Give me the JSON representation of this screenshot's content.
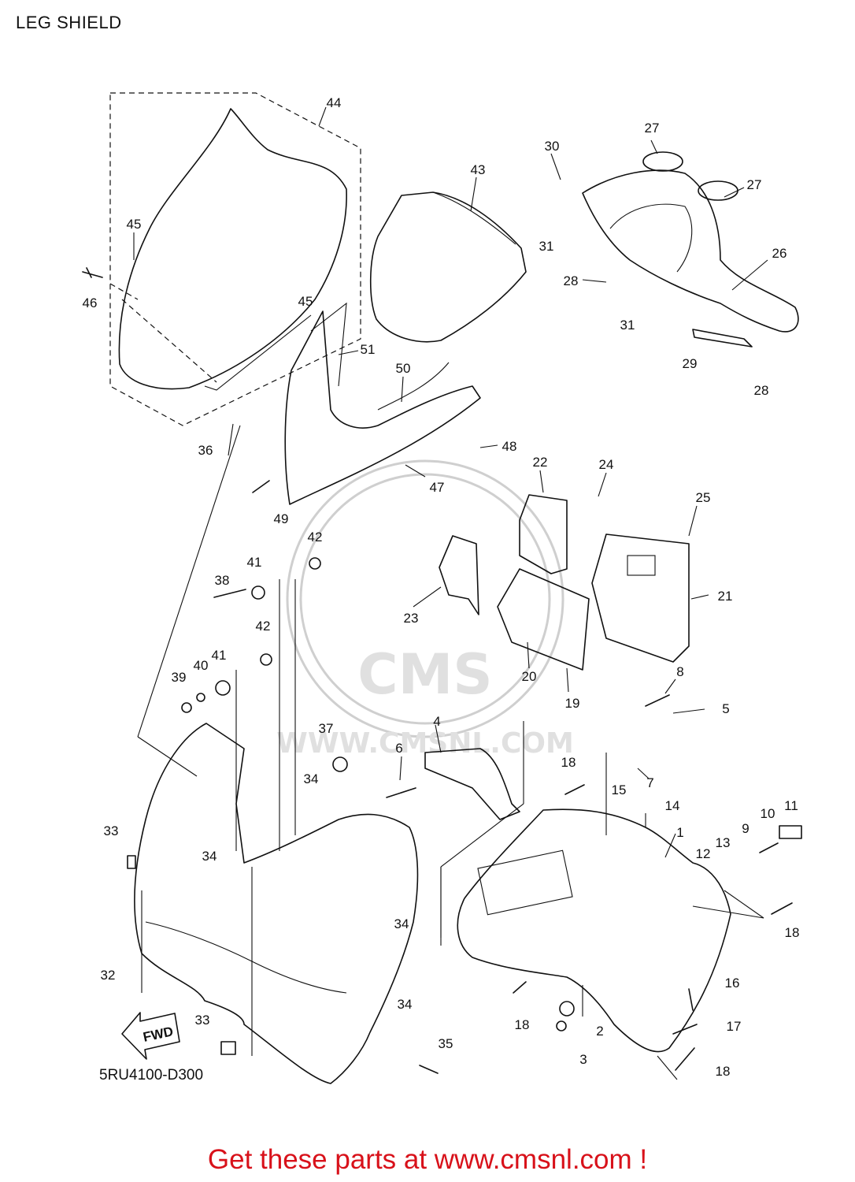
{
  "page_title": "LEG SHIELD",
  "diagram_code": "5RU4100-D300",
  "promo_text": "Get these parts at www.cmsnl.com !",
  "watermark": {
    "brand": "CMS",
    "url": "WWW.CMSNL.COM"
  },
  "direction_marker": "FWD",
  "colors": {
    "promo": "#d8111a",
    "line": "#111111",
    "watermark": "#d0d0d0"
  },
  "part_labels": [
    "44",
    "45",
    "46",
    "45",
    "43",
    "30",
    "27",
    "27",
    "31",
    "26",
    "28",
    "31",
    "29",
    "28",
    "51",
    "50",
    "36",
    "48",
    "47",
    "49",
    "22",
    "24",
    "25",
    "42",
    "41",
    "38",
    "23",
    "21",
    "42",
    "41",
    "40",
    "39",
    "20",
    "19",
    "8",
    "5",
    "37",
    "4",
    "6",
    "18",
    "7",
    "34",
    "15",
    "14",
    "33",
    "34",
    "1",
    "11",
    "10",
    "9",
    "13",
    "12",
    "18",
    "34",
    "32",
    "16",
    "34",
    "33",
    "18",
    "17",
    "35",
    "2",
    "3",
    "18"
  ]
}
